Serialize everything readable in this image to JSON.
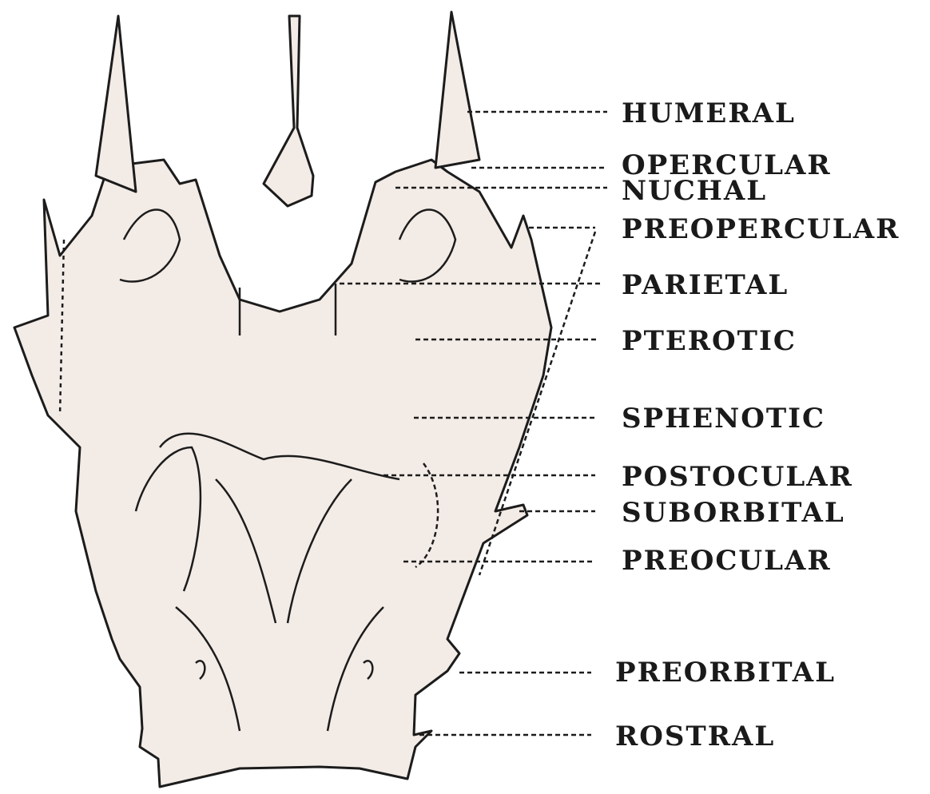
{
  "colors": {
    "fill": "#f3ebe6",
    "stroke": "#1c1c1c",
    "background": "#ffffff"
  },
  "labels": {
    "humeral": "HUMERAL",
    "opercular": "OPERCULAR",
    "nuchal": "NUCHAL",
    "preopercular": "PREOPERCULAR",
    "parietal": "PARIETAL",
    "pterotic": "PTEROTIC",
    "sphenotic": "SPHENOTIC",
    "postocular": "POSTOCULAR",
    "suborbital": "SUBORBITAL",
    "preocular": "PREOCULAR",
    "preorbital": "PREORBITAL",
    "rostral": "ROSTRAL"
  }
}
